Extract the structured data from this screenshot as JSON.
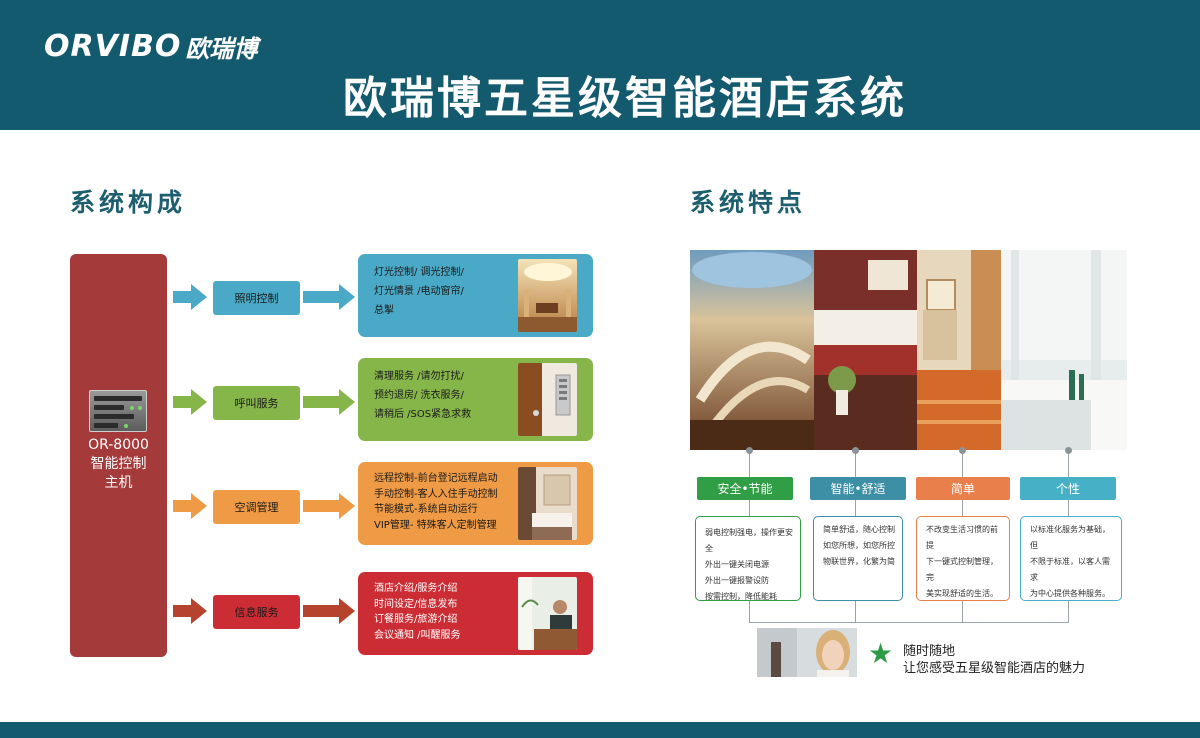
{
  "header": {
    "logo_text": "ORVIBO",
    "logo_cn": "欧瑞博",
    "title": "欧瑞博五星级智能酒店系统"
  },
  "left": {
    "title": "系统构成",
    "controller": {
      "model": "OR-8000",
      "line1": "智能控制",
      "line2": "主机"
    },
    "subsystems": [
      {
        "label": "照明控制",
        "color": "#4aa9c6",
        "lines": [
          "灯光控制/ 调光控制/",
          "灯光情景 /电动窗帘/",
          "总掣"
        ],
        "photo": "hotel-lobby-photo"
      },
      {
        "label": "呼叫服务",
        "color": "#86b54a",
        "lines": [
          "清理服务 /请勿打扰/",
          "预约退房/ 洗衣服务/",
          "请稍后 /SOS紧急求救"
        ],
        "photo": "door-panel-photo"
      },
      {
        "label": "空调管理",
        "color": "#ef9a45",
        "lines": [
          "远程控制-前台登记远程启动",
          "手动控制-客人入住手动控制",
          "节能模式-系统自动运行",
          "VIP管理- 特殊客人定制管理"
        ],
        "photo": "hotel-room-photo"
      },
      {
        "label": "信息服务",
        "color": "#cc2d34",
        "lines": [
          "酒店介绍/服务介绍",
          "时间设定/信息发布",
          "订餐服务/旅游介绍",
          "会议通知 /叫醒服务"
        ],
        "photo": "staff-photo"
      }
    ]
  },
  "right": {
    "title": "系统特点",
    "features": [
      {
        "tag": "安全•节能",
        "color": "#2f9e45",
        "lines": [
          "弱电控制强电，操作更安全",
          "外出一键关闭电源",
          "外出一键报警设防",
          "按需控制，降低能耗"
        ]
      },
      {
        "tag": "智能•舒适",
        "color": "#3d8fa5",
        "lines": [
          "简单舒适，随心控制",
          "如您所想，如您所控",
          "物联世界，化繁为简"
        ]
      },
      {
        "tag": "简单",
        "color": "#e9804c",
        "lines": [
          "不改变生活习惯的前提",
          "下一键式控制管理，完",
          "美实现舒适的生活。"
        ]
      },
      {
        "tag": "个性",
        "color": "#45b0c6",
        "lines": [
          "以标准化服务为基础，但",
          "不限于标准，以客人需求",
          "为中心提供各种服务。"
        ]
      }
    ],
    "slogan1": "随时随地",
    "slogan2": "让您感受五星级智能酒店的魅力"
  }
}
